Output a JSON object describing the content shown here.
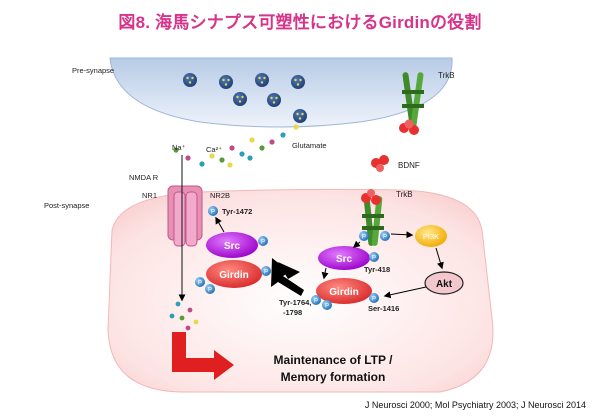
{
  "title": "図8. 海馬シナプス可塑性におけるGirdinの役割",
  "labels": {
    "pre_synapse": "Pre-synapse",
    "post_synapse": "Post-synapse",
    "trkb_top": "TrkB",
    "trkb_bottom": "TrkB",
    "bdnf": "BDNF",
    "glutamate": "Glutamate",
    "na": "Na⁺",
    "ca": "Ca²⁺",
    "nmdar": "NMDA R",
    "nr1": "NR1",
    "nr2b": "NR2B",
    "tyr1472": "Tyr-1472",
    "src_left": "Src",
    "girdin_left": "Girdin",
    "src_right": "Src",
    "girdin_right": "Girdin",
    "tyr418": "Tyr-418",
    "tyr1764_line1": "Tyr-1764,",
    "tyr1764_line2": "-1798",
    "ser1416": "Ser-1416",
    "pi3k": "PI3K",
    "akt": "Akt",
    "p": "P",
    "outcome_line1": "Maintenance of LTP /",
    "outcome_line2": "Memory formation"
  },
  "citation": "J Neurosci 2000;  Mol Psychiatry 2003;  J Neurosci 2014",
  "colors": {
    "title": "#d6338a",
    "src": "#b000d8",
    "girdin": "#e8393c",
    "pi3k": "#f5b800",
    "akt": "#f2c8cd",
    "p_badge": "#2e86c8",
    "receptor": "#e88fb4",
    "trkb": "#3f8a2a",
    "arrow_red": "#e02020",
    "vesicle": "#2a4e8a"
  }
}
